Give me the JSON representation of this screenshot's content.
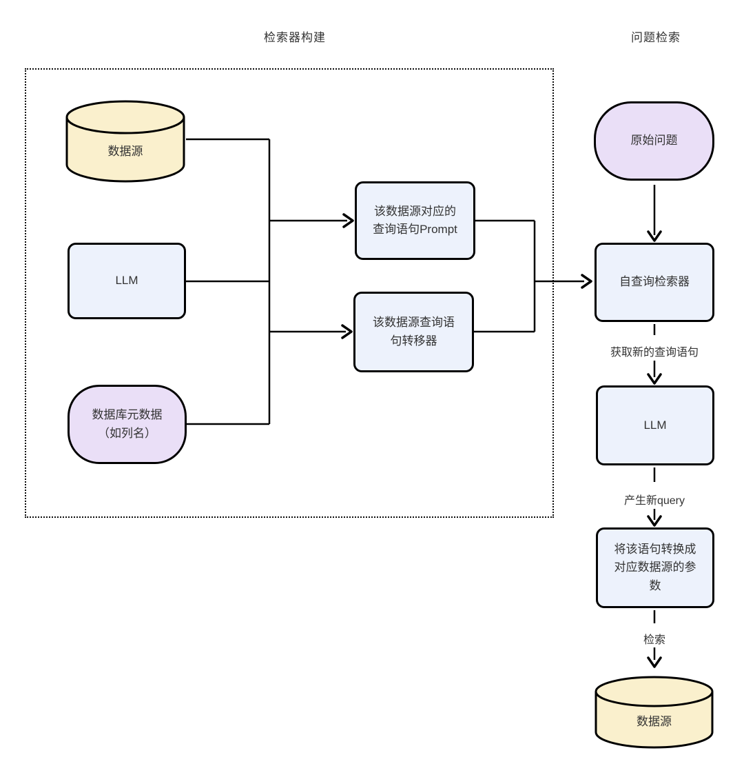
{
  "titles": {
    "left": "检索器构建",
    "right": "问题检索"
  },
  "nodes": {
    "datasource_left": {
      "label": "数据源",
      "shape": "cylinder"
    },
    "llm_left": {
      "label": "LLM",
      "shape": "rect"
    },
    "metadata": {
      "lines": [
        "数据库元数据",
        "（如列名）"
      ],
      "shape": "rounded"
    },
    "prompt_box": {
      "lines": [
        "该数据源对应的",
        "查询语句Prompt"
      ],
      "shape": "rect"
    },
    "translator_box": {
      "lines": [
        "该数据源查询语",
        "句转移器"
      ],
      "shape": "rect"
    },
    "original_question": {
      "label": "原始问题",
      "shape": "stadium"
    },
    "self_query_retriever": {
      "label": "自查询检索器",
      "shape": "rect"
    },
    "llm_right": {
      "label": "LLM",
      "shape": "rect"
    },
    "param_box": {
      "lines": [
        "将该语句转换成",
        "对应数据源的参",
        "数"
      ],
      "shape": "rect"
    },
    "datasource_right": {
      "label": "数据源",
      "shape": "cylinder"
    }
  },
  "edge_labels": {
    "get_new_query": "获取新的查询语句",
    "generate_new_query": "产生新query",
    "retrieve": "检索"
  },
  "colors": {
    "yellow_fill": "#FAF0CD",
    "blue_fill": "#EDF2FC",
    "purple_fill": "#EADFF7",
    "stroke": "#000000",
    "text": "#333333"
  }
}
